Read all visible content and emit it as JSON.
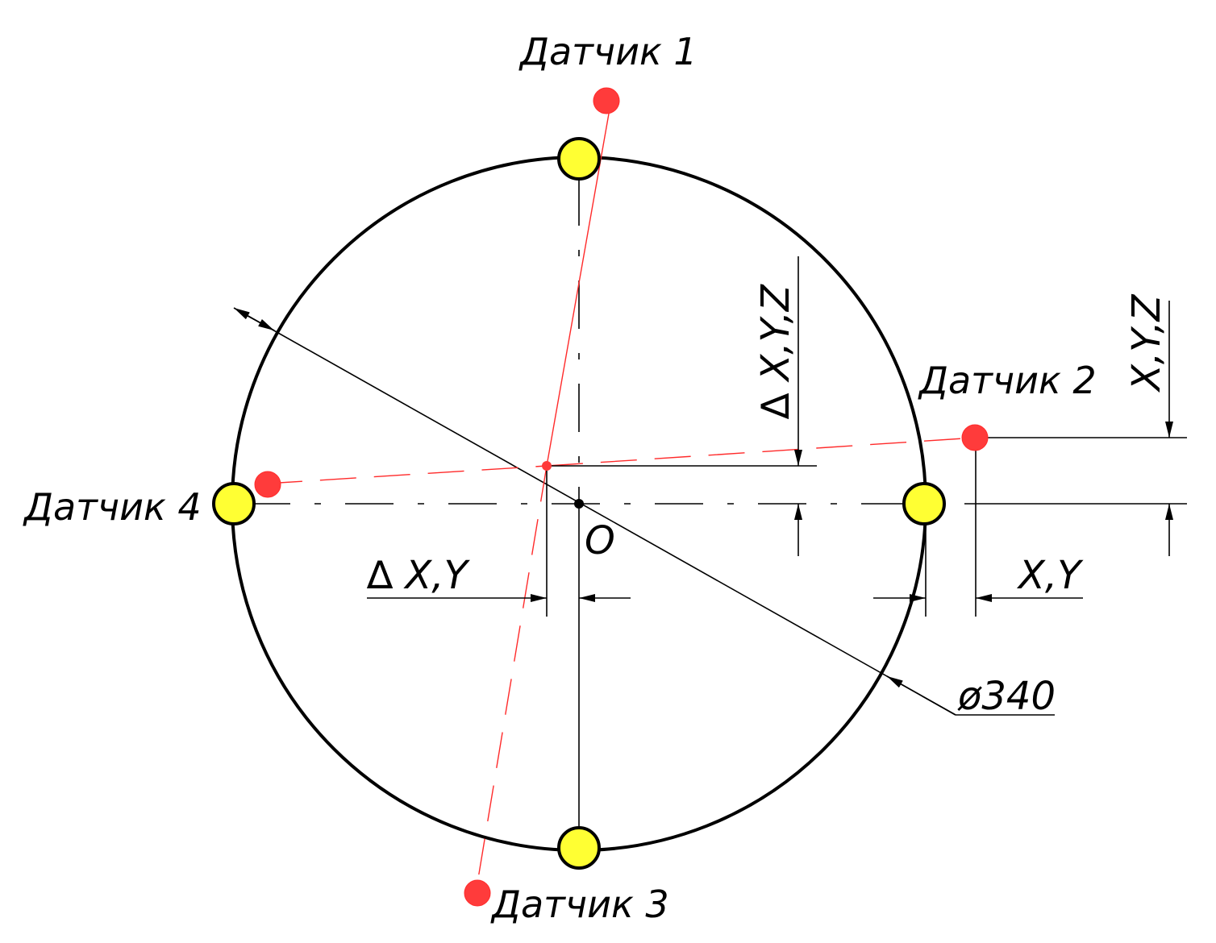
{
  "labels": {
    "sensor_1": "Датчик 1",
    "sensor_2": "Датчик 2",
    "sensor_3": "Датчик 3",
    "sensor_4": "Датчик 4",
    "center": "O",
    "delta_xy": "∆ X,Y",
    "xy": "X,Y",
    "delta_xyz": "∆ X,Y,Z",
    "xyz": "X,Y,Z",
    "diameter": "ø340"
  },
  "colors": {
    "reference_point": "#ffff33",
    "sensor_point": "#ff3333",
    "sensor_line": "#ff2a2a",
    "lines": "#000000"
  }
}
